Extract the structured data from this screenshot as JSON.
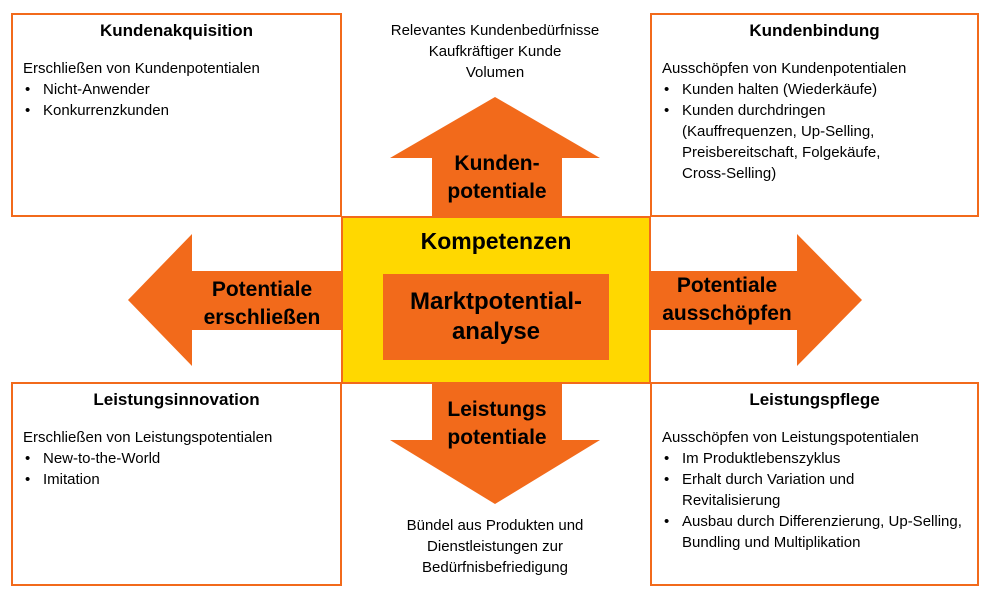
{
  "boxes": {
    "kundenakquisition": {
      "title": "Kundenakquisition",
      "subtitle": "Erschließen von Kundenpotentialen",
      "items": [
        "Nicht-Anwender",
        "Konkurrenzkunden"
      ]
    },
    "kundenbindung": {
      "title": "Kundenbindung",
      "subtitle": "Ausschöpfen von Kundenpotentialen",
      "items": [
        "Kunden halten (Wiederkäufe)",
        "Kunden durchdringen (Kauffrequenzen, Up-Selling, Preisbereitschaft, Folgekäufe, Cross-Selling)"
      ]
    },
    "leistungsinnovation": {
      "title": "Leistungsinnovation",
      "subtitle": "Erschließen von Leistungspotentialen",
      "items": [
        "New-to-the-World",
        "Imitation"
      ]
    },
    "leistungspflege": {
      "title": "Leistungspflege",
      "subtitle": "Ausschöpfen von Leistungspotentialen",
      "items": [
        "Im  Produktlebenszyklus",
        "Erhalt durch Variation und Revitalisierung",
        "Ausbau durch Differenzierung, Up-Selling, Bundling und Multiplikation"
      ]
    }
  },
  "center": {
    "title": "Kompetenzen",
    "core_line1": "Marktpotential-",
    "core_line2": "analyse"
  },
  "arrows": {
    "up": {
      "line1": "Kunden-",
      "line2": "potentiale"
    },
    "down": {
      "line1": "Leistungs",
      "line2": "potentiale"
    },
    "left": {
      "line1": "Potentiale",
      "line2": "erschließen"
    },
    "right": {
      "line1": "Potentiale",
      "line2": "ausschöpfen"
    }
  },
  "notes": {
    "top": [
      "Relevantes Kundenbedürfnisse",
      "Kaufkräftiger Kunde",
      "Volumen"
    ],
    "bottom": [
      "Bündel aus Produkten und",
      "Dienstleistungen zur",
      "Bedürfnisbefriedigung"
    ]
  },
  "colors": {
    "accent": "#f26a1b",
    "center": "#ffd800"
  }
}
